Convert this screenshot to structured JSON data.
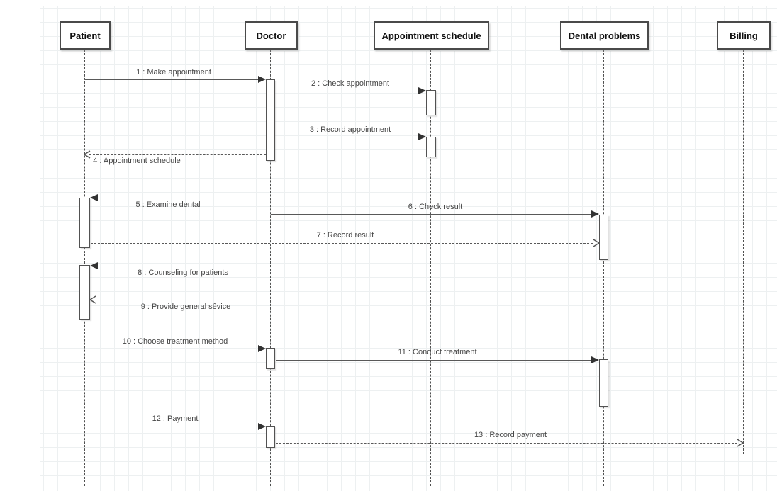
{
  "diagram_type": "uml-sequence-diagram",
  "colors": {
    "box_border": "#4a4a4a",
    "message_line": "#595959",
    "label_text": "#454545",
    "grid_line": "#edf0f1",
    "background": "#ffffff"
  },
  "actors": [
    {
      "label": "Patient"
    },
    {
      "label": "Doctor"
    },
    {
      "label": "Appointment schedule"
    },
    {
      "label": "Dental problems"
    },
    {
      "label": "Billing"
    }
  ],
  "messages": [
    {
      "num": 1,
      "label": "1 : Make appointment",
      "from": "Patient",
      "to": "Doctor",
      "line": "solid",
      "arrow": "filled"
    },
    {
      "num": 2,
      "label": "2 : Check appointment",
      "from": "Doctor",
      "to": "Appointment schedule",
      "line": "solid",
      "arrow": "filled"
    },
    {
      "num": 3,
      "label": "3 : Record appointment",
      "from": "Doctor",
      "to": "Appointment schedule",
      "line": "solid",
      "arrow": "filled"
    },
    {
      "num": 4,
      "label": "4 : Appointment schedule",
      "from": "Doctor",
      "to": "Patient",
      "line": "dashed",
      "arrow": "open"
    },
    {
      "num": 5,
      "label": "5 : Examine dental",
      "from": "Doctor",
      "to": "Patient",
      "line": "solid",
      "arrow": "filled"
    },
    {
      "num": 6,
      "label": "6 : Check result",
      "from": "Doctor",
      "to": "Dental problems",
      "line": "solid",
      "arrow": "filled"
    },
    {
      "num": 7,
      "label": "7 : Record result",
      "from": "Patient",
      "to": "Dental problems",
      "line": "dashed",
      "arrow": "open"
    },
    {
      "num": 8,
      "label": "8 : Counseling for patients",
      "from": "Doctor",
      "to": "Patient",
      "line": "solid",
      "arrow": "filled"
    },
    {
      "num": 9,
      "label": "9 : Provide general sêvice",
      "from": "Doctor",
      "to": "Patient",
      "line": "dashed",
      "arrow": "open"
    },
    {
      "num": 10,
      "label": "10 : Choose treatment method",
      "from": "Patient",
      "to": "Doctor",
      "line": "solid",
      "arrow": "filled"
    },
    {
      "num": 11,
      "label": "11 : Conduct treatment",
      "from": "Doctor",
      "to": "Dental problems",
      "line": "solid",
      "arrow": "filled"
    },
    {
      "num": 12,
      "label": "12 : Payment",
      "from": "Patient",
      "to": "Doctor",
      "line": "solid",
      "arrow": "filled"
    },
    {
      "num": 13,
      "label": "13 : Record payment",
      "from": "Doctor",
      "to": "Billing",
      "line": "dashed",
      "arrow": "open"
    }
  ]
}
